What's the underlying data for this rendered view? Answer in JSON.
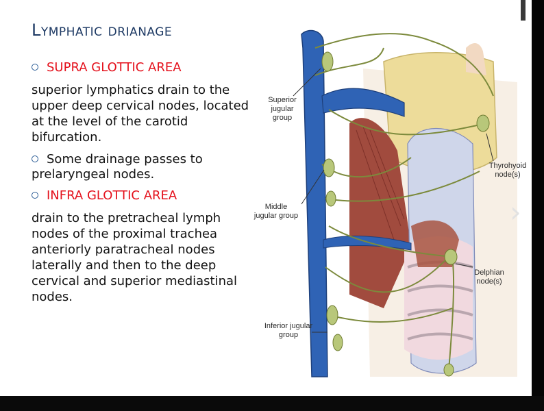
{
  "slide": {
    "title": "Lymphatic drianage",
    "supra_heading": "SUPRA GLOTTIC AREA",
    "supra_body": "superior lymphatics  drain to the upper deep cervical nodes, located at the level of the carotid bifurcation.",
    "drainage_bullet": "Some drainage passes to prelaryngeal   nodes.",
    "infra_heading": "INFRA GLOTTIC AREA",
    "infra_body": "drain to the pretracheal lymph nodes of the proximal trachea anteriorly paratracheal nodes laterally and then to the deep cervical and superior mediastinal nodes."
  },
  "figure": {
    "labels": {
      "superior": "Superior jugular group",
      "middle": "Middle jugular group",
      "inferior": "Inferior jugular group",
      "thyrohyoid": "Thyrohyoid node(s)",
      "delphian": "Delphian node(s)"
    },
    "colors": {
      "vein": "#2f63b5",
      "node": "#b8c77a",
      "thyroid_cartilage": "#eddc9a",
      "muscle": "#a14b3e",
      "trachea": "#f1d9df"
    }
  },
  "navigation": {
    "next_glyph": "›"
  }
}
